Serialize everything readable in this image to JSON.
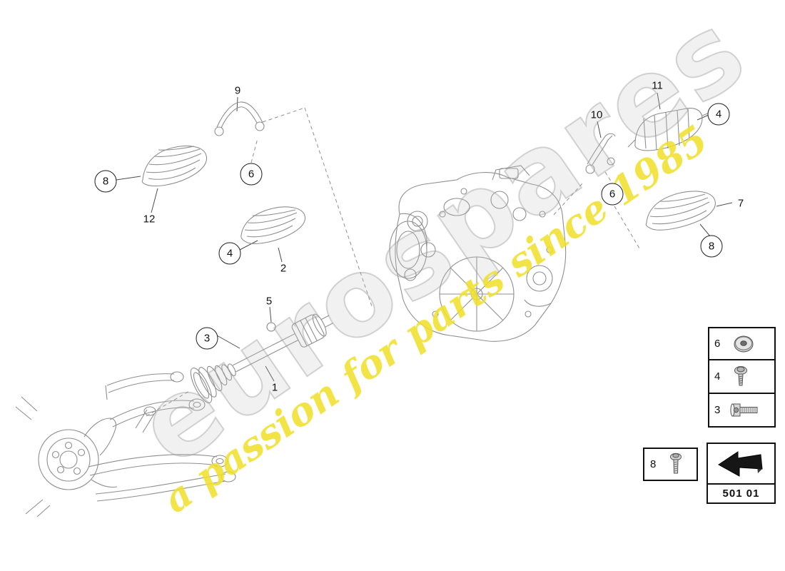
{
  "watermark": {
    "brand": "eurospares",
    "tagline": "a passion for parts since 1985"
  },
  "part_code": "501 01",
  "callouts": [
    {
      "label": "8",
      "style": "circle"
    },
    {
      "label": "12",
      "style": "plain"
    },
    {
      "label": "9",
      "style": "plain"
    },
    {
      "label": "6",
      "style": "circle"
    },
    {
      "label": "4",
      "style": "circle"
    },
    {
      "label": "2",
      "style": "plain"
    },
    {
      "label": "5",
      "style": "plain"
    },
    {
      "label": "3",
      "style": "circle"
    },
    {
      "label": "1",
      "style": "plain"
    },
    {
      "label": "10",
      "style": "plain"
    },
    {
      "label": "11",
      "style": "plain"
    },
    {
      "label": "4",
      "style": "circle"
    },
    {
      "label": "6",
      "style": "circle"
    },
    {
      "label": "7",
      "style": "plain"
    },
    {
      "label": "8",
      "style": "circle"
    }
  ],
  "legend": {
    "items": [
      {
        "num": "6",
        "icon": "washer-bushing-icon"
      },
      {
        "num": "4",
        "icon": "flange-bolt-icon"
      },
      {
        "num": "3",
        "icon": "socket-head-bolt-icon"
      },
      {
        "num": "8",
        "icon": "hex-bolt-icon"
      }
    ]
  }
}
